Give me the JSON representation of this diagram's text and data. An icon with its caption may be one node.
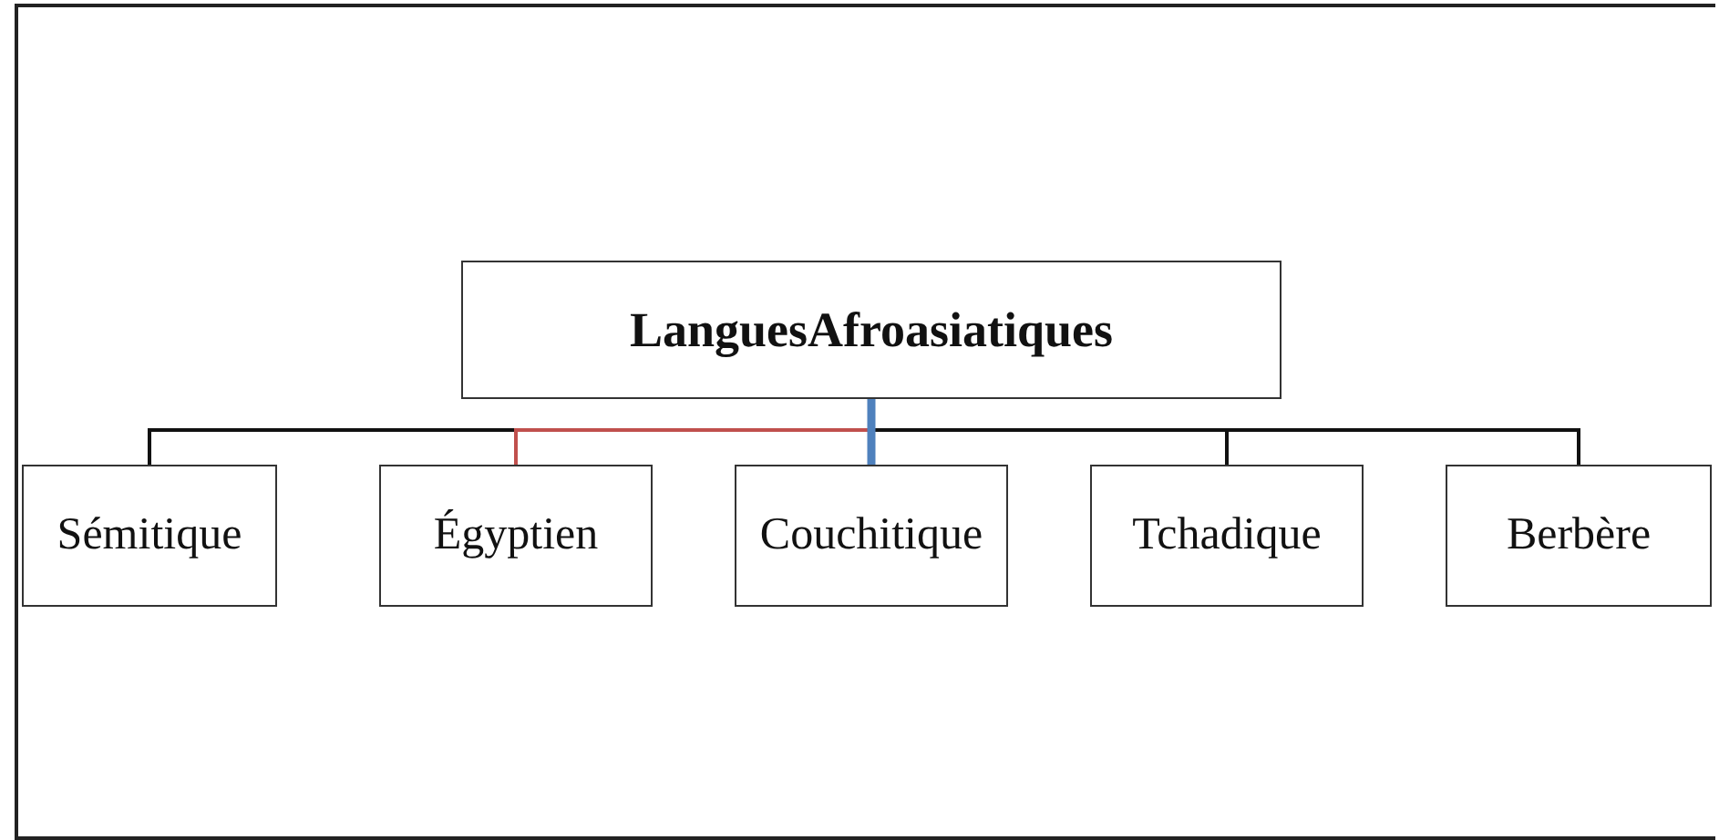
{
  "diagram": {
    "nodes": [
      {
        "text": [
          "LanguesAfroasiatiques"
        ]
      },
      {
        "text": [
          "Sémitique"
        ]
      },
      {
        "text": [
          "Égyptien"
        ]
      },
      {
        "text": [
          "Couchitique"
        ]
      },
      {
        "text": [
          "Tchadique"
        ]
      },
      {
        "text": [
          "Berbère"
        ]
      }
    ],
    "edges": [
      {
        "from": 0,
        "to": 1,
        "arrow": "none"
      },
      {
        "from": 0,
        "to": 2,
        "arrow": "none",
        "color": "#c0504d"
      },
      {
        "from": 0,
        "to": 3,
        "arrow": "none",
        "style": "thick",
        "color": "#4f81bd"
      },
      {
        "from": 0,
        "to": 4,
        "arrow": "none"
      },
      {
        "from": 0,
        "to": 5,
        "arrow": "none"
      }
    ]
  }
}
